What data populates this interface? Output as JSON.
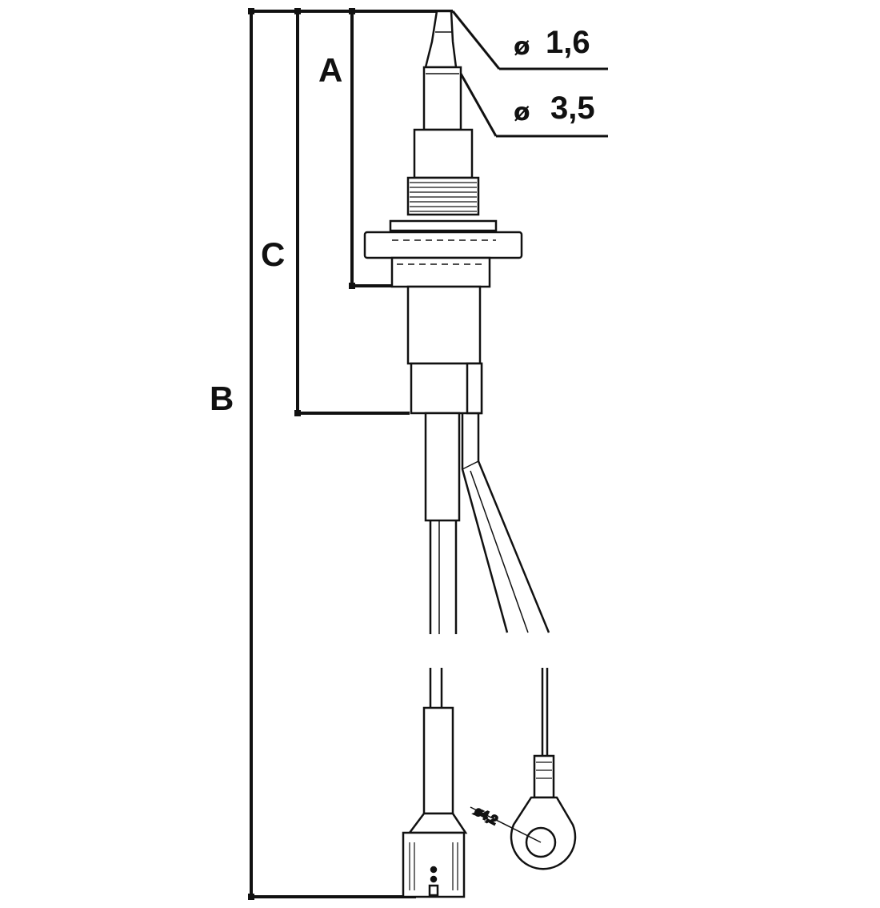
{
  "dimensions": {
    "a_label": "A",
    "b_label": "B",
    "c_label": "C"
  },
  "callouts": {
    "tip_symbol": "ø",
    "tip_value": "1,6",
    "shaft_symbol": "ø",
    "shaft_value": "3,5",
    "ring_label": "ø4,2"
  }
}
